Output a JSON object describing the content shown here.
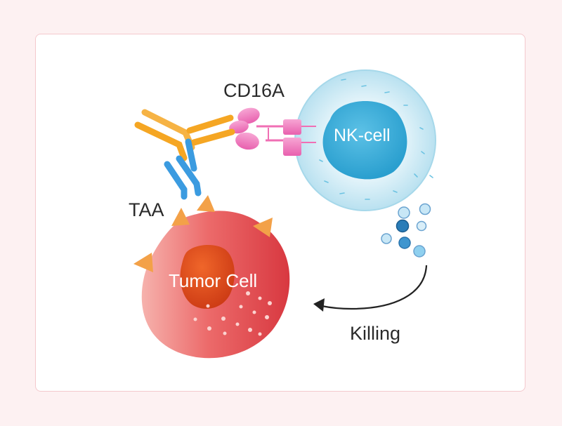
{
  "labels": {
    "cd16a": "CD16A",
    "nk_cell": "NK-cell",
    "taa": "TAA",
    "tumor_cell": "Tumor Cell",
    "killing": "Killing"
  },
  "colors": {
    "nk_outer": "#cfeaf4",
    "nk_nucleus": "#3fb1db",
    "tumor_body": "#e9535b",
    "tumor_nucleus": "#d8431e",
    "antigen": "#f3a148",
    "cd16a": "#f06fb4",
    "antibody_orange": "#f5a623",
    "antibody_blue": "#3b9be0",
    "granule": "#8fd0ef",
    "arrow": "#222222"
  }
}
